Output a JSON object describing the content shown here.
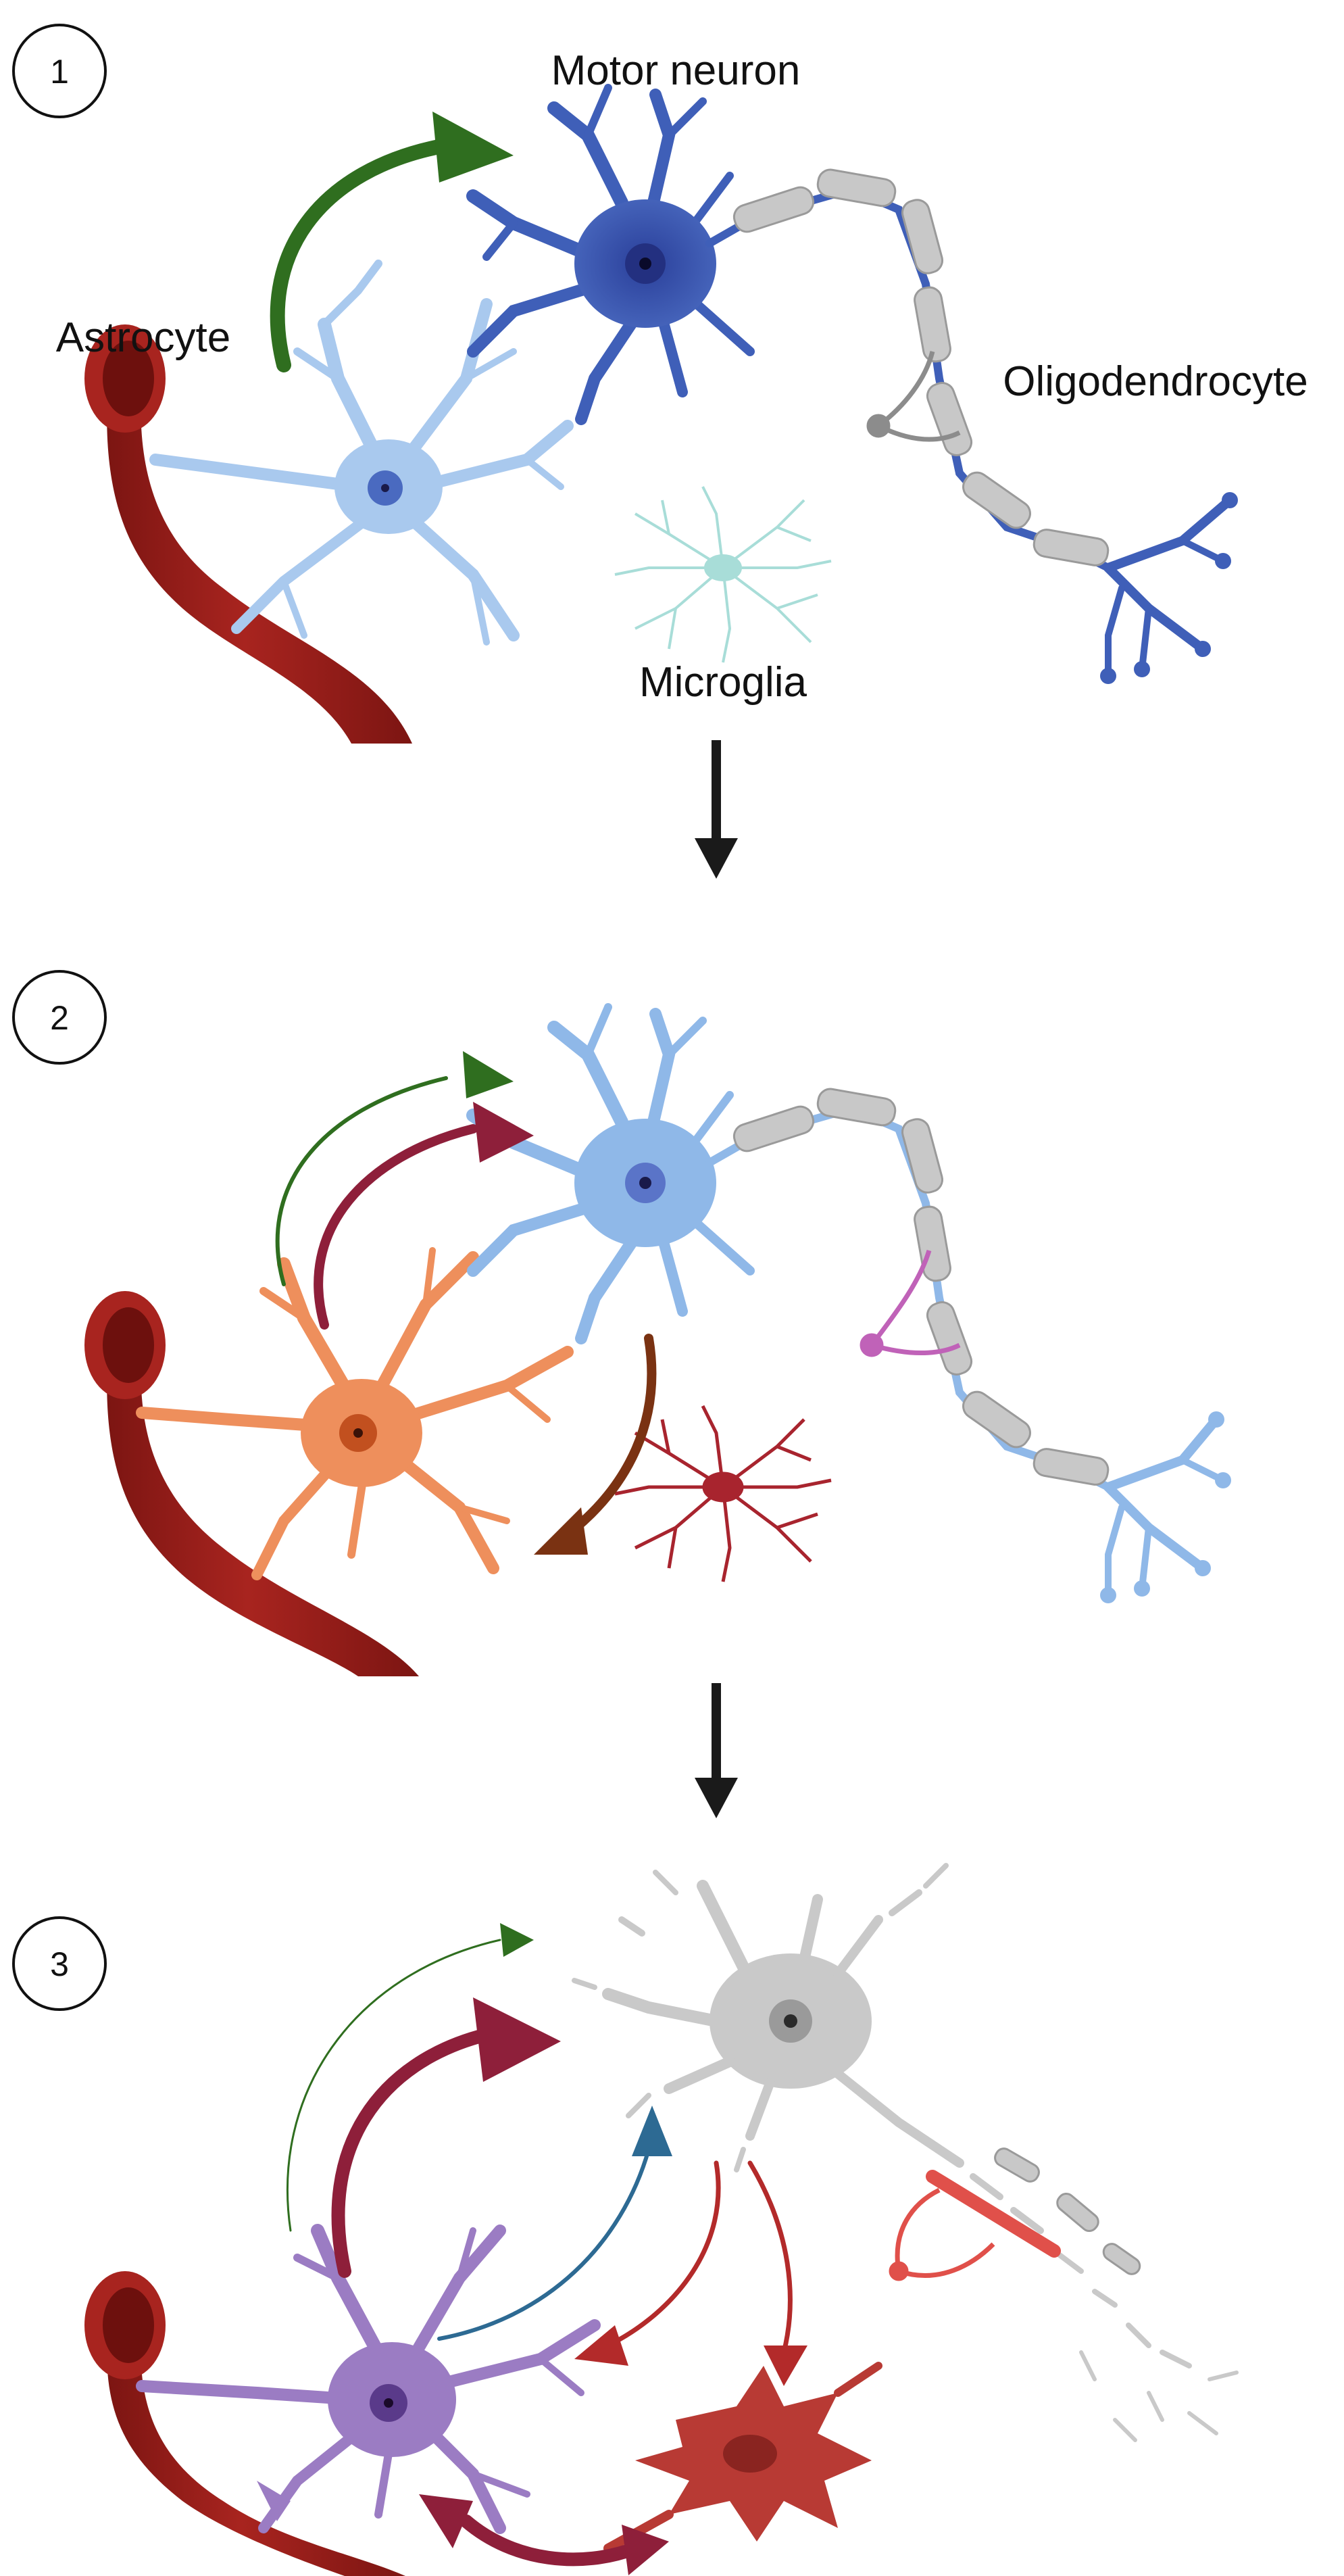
{
  "panels": [
    {
      "number": "1"
    },
    {
      "number": "2"
    },
    {
      "number": "3"
    }
  ],
  "labels": {
    "motor_neuron": "Motor neuron",
    "astrocyte": "Astrocyte",
    "oligodendrocyte": "Oligodendrocyte",
    "microglia": "Microglia"
  },
  "colors": {
    "vessel": "#a8241f",
    "vessel_dark": "#7c1512",
    "neuron_healthy": "#3f5fb8",
    "neuron_stressed": "#8fb8e8",
    "neuron_degenerated": "#c9c9c9",
    "astrocyte_healthy": "#a9c9ee",
    "astrocyte_reactive": "#ee8f5c",
    "astrocyte_toxic": "#9b7cc3",
    "microglia_resting": "#a8ddd8",
    "microglia_activated": "#a8242e",
    "oligodendrocyte_healthy": "#8c8c8c",
    "oligodendrocyte_stressed": "#c062b8",
    "oligodendrocyte_damaged": "#e0504a",
    "myelin": "#c8c8c8",
    "arrow_support": "#2f6e1f",
    "arrow_toxic": "#8e1f3a",
    "arrow_microglia": "#7a3212",
    "arrow_blue": "#2d6a93",
    "arrow_red": "#b32a2a",
    "arrow_sequence": "#1a1a1a"
  }
}
